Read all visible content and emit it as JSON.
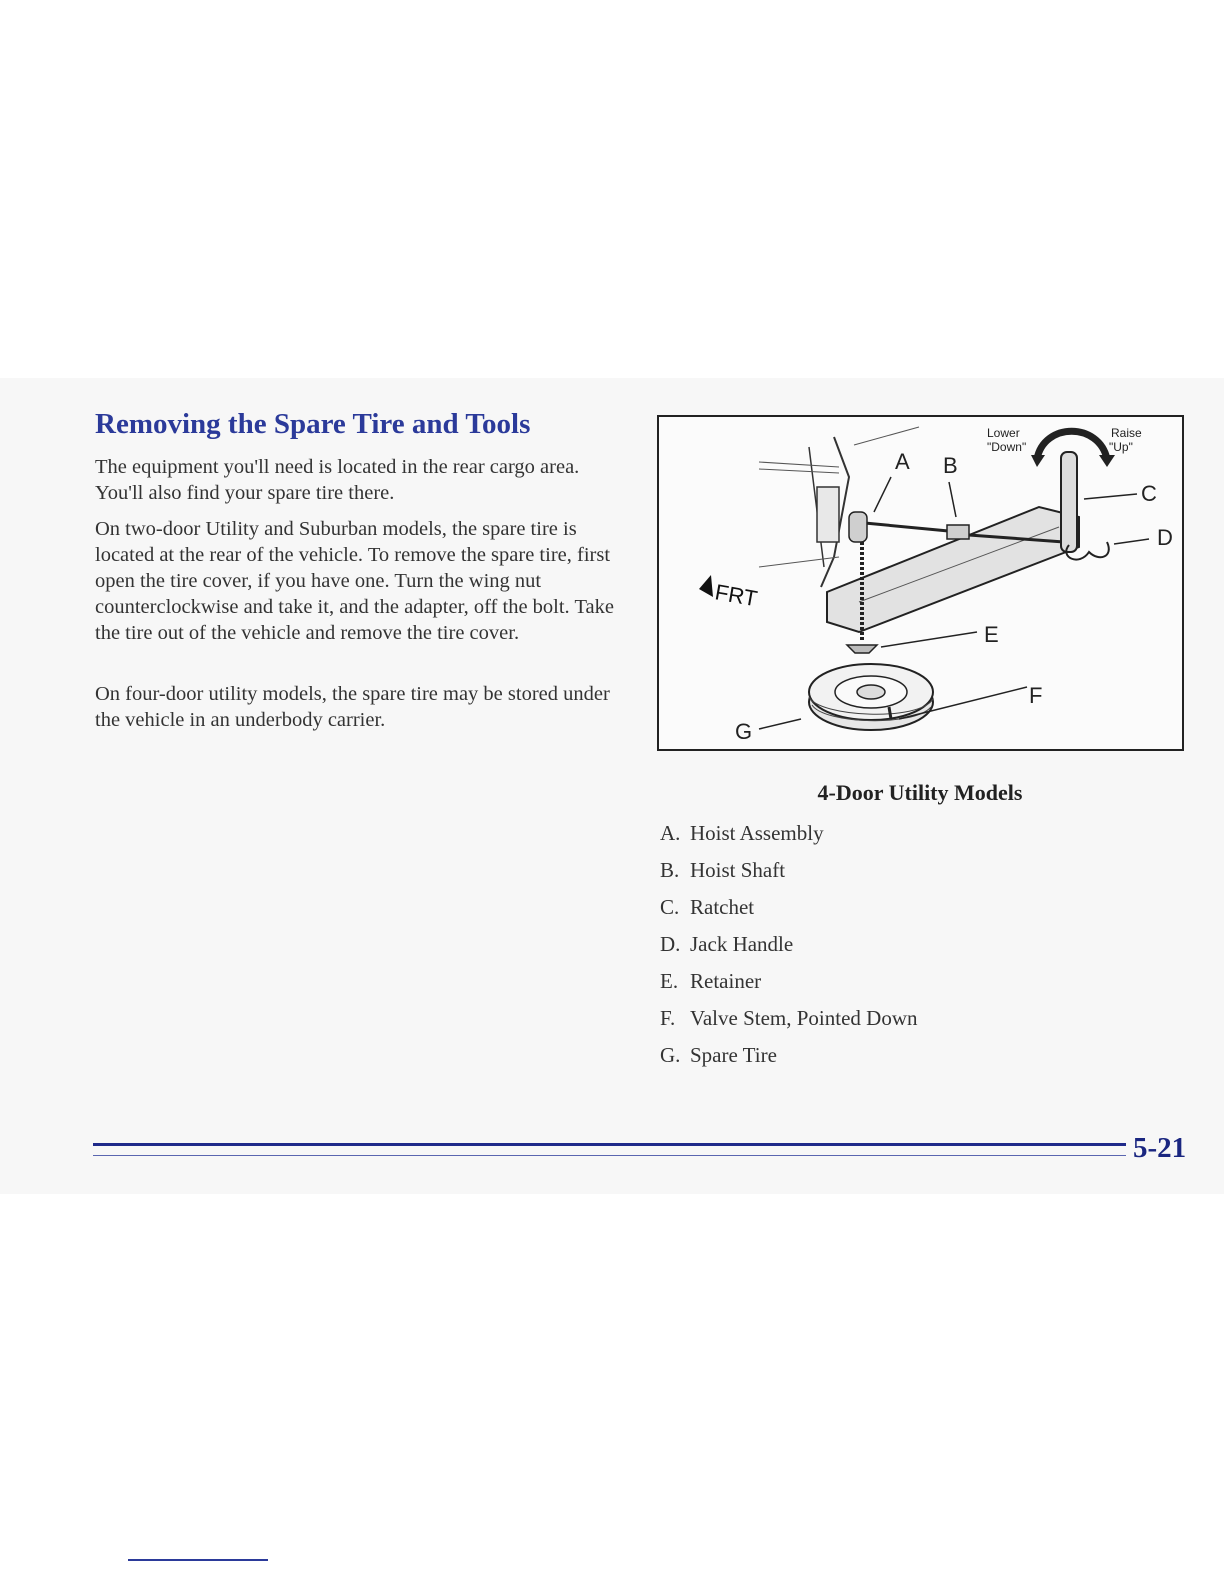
{
  "section": {
    "title": "Removing the Spare Tire and Tools",
    "paragraphs": [
      "The equipment you'll need is located in the rear cargo area. You'll also find your spare tire there.",
      "On two-door Utility and Suburban models, the spare tire is located at the rear of the vehicle. To remove the spare tire, first open the tire cover, if you have one. Turn the wing nut counterclockwise and take it, and the adapter, off the bolt. Take the tire out of the vehicle and remove the tire cover.",
      "On four-door utility models, the spare tire may be stored under the vehicle in an underbody carrier."
    ]
  },
  "figure": {
    "callouts": {
      "a": "A",
      "b": "B",
      "c": "C",
      "d": "D",
      "e": "E",
      "f": "F",
      "g": "G"
    },
    "lower_label": [
      "Lower",
      "\"Down\""
    ],
    "raise_label": [
      "Raise",
      "\"Up\""
    ],
    "front_label": "FRT",
    "caption": "4-Door Utility Models"
  },
  "legend": [
    {
      "key": "A.",
      "text": "Hoist Assembly"
    },
    {
      "key": "B.",
      "text": "Hoist Shaft"
    },
    {
      "key": "C.",
      "text": "Ratchet"
    },
    {
      "key": "D.",
      "text": "Jack Handle"
    },
    {
      "key": "E.",
      "text": "Retainer"
    },
    {
      "key": "F.",
      "text": "Valve Stem, Pointed Down"
    },
    {
      "key": "G.",
      "text": "Spare Tire"
    }
  ],
  "footer": {
    "page_number": "5-21"
  },
  "colors": {
    "heading": "#2b3a9a",
    "rule": "#1f2a8a",
    "page_number": "#1a2680"
  }
}
